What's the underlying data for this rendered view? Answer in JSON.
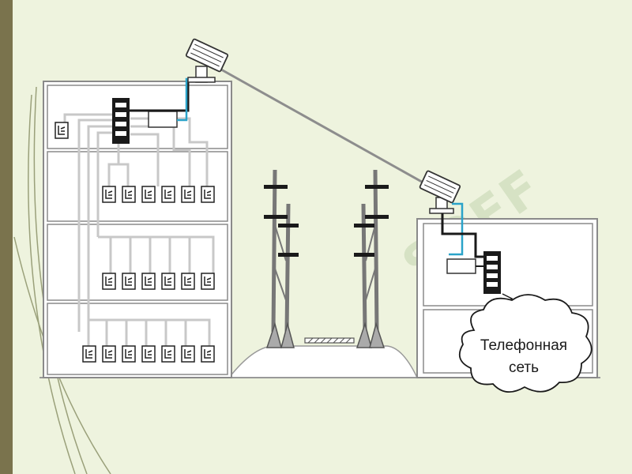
{
  "colors": {
    "background": "#eef3de",
    "left_stripe": "#7a734d",
    "building_fill": "#ffffff",
    "building_stroke": "#8a8a8a",
    "wire_blue": "#2aa3c9",
    "wire_grey": "#c8c8c8",
    "link_beam": "#8d8d8d",
    "watermark": "#aac396"
  },
  "icons": {
    "left_building": "multi-storey-building",
    "right_building": "small-building",
    "antenna": "radio-relay-antenna",
    "switch": "telephone-switch-block",
    "modem": "line-modem-box",
    "phone": "telephone-set-icon",
    "towers": "power-line-towers",
    "cloud": "network-cloud"
  },
  "cloud_label": {
    "line1": "Телефонная",
    "line2": "сеть"
  },
  "watermark_text": "SOFF"
}
